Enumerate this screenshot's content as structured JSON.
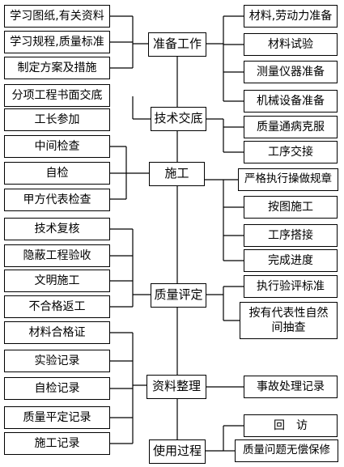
{
  "left_column": [
    {
      "id": "l1",
      "label": "学习图纸,有关资料"
    },
    {
      "id": "l2",
      "label": "学习规程,质量标准"
    },
    {
      "id": "l3",
      "label": "制定方案及措施"
    },
    {
      "id": "l4",
      "label": "分项工程书面交底"
    },
    {
      "id": "l5",
      "label": "工长参加"
    },
    {
      "id": "l6",
      "label": "中间检查"
    },
    {
      "id": "l7",
      "label": "自检"
    },
    {
      "id": "l8",
      "label": "甲方代表检查"
    },
    {
      "id": "l9",
      "label": "技术复核"
    },
    {
      "id": "l10",
      "label": "隐蔽工程验收"
    },
    {
      "id": "l11",
      "label": "文明施工"
    },
    {
      "id": "l12",
      "label": "不合格返工"
    },
    {
      "id": "l13",
      "label": "材料合格证"
    },
    {
      "id": "l14",
      "label": "实验记录"
    },
    {
      "id": "l15",
      "label": "自检记录"
    },
    {
      "id": "l16",
      "label": "质量平定记录"
    },
    {
      "id": "l17",
      "label": "施工记录"
    }
  ],
  "center_column": [
    {
      "id": "c1",
      "label": "准备工作"
    },
    {
      "id": "c2",
      "label": "技术交底"
    },
    {
      "id": "c3",
      "label": "施工"
    },
    {
      "id": "c4",
      "label": "质量评定"
    },
    {
      "id": "c5",
      "label": "资料整理"
    },
    {
      "id": "c6",
      "label": "使用过程"
    }
  ],
  "right_column": [
    {
      "id": "r1",
      "label": "材料,劳动力准备"
    },
    {
      "id": "r2",
      "label": "材料试验"
    },
    {
      "id": "r3",
      "label": "测量仪器准备"
    },
    {
      "id": "r4",
      "label": "机械设备准备"
    },
    {
      "id": "r5",
      "label": "质量通病克服"
    },
    {
      "id": "r6",
      "label": "工序交接"
    },
    {
      "id": "r7",
      "label": "严格执行操做规章"
    },
    {
      "id": "r8",
      "label": "按图施工"
    },
    {
      "id": "r9",
      "label": "工序搭接"
    },
    {
      "id": "r10",
      "label": "完成进度"
    },
    {
      "id": "r11",
      "label": "执行验评标准"
    },
    {
      "id": "r12",
      "label": "按有代表性自然间抽查"
    },
    {
      "id": "r13",
      "label": "事故处理记录"
    },
    {
      "id": "r14",
      "label": "回　访"
    },
    {
      "id": "r15",
      "label": "质量问题无偿保修"
    }
  ]
}
